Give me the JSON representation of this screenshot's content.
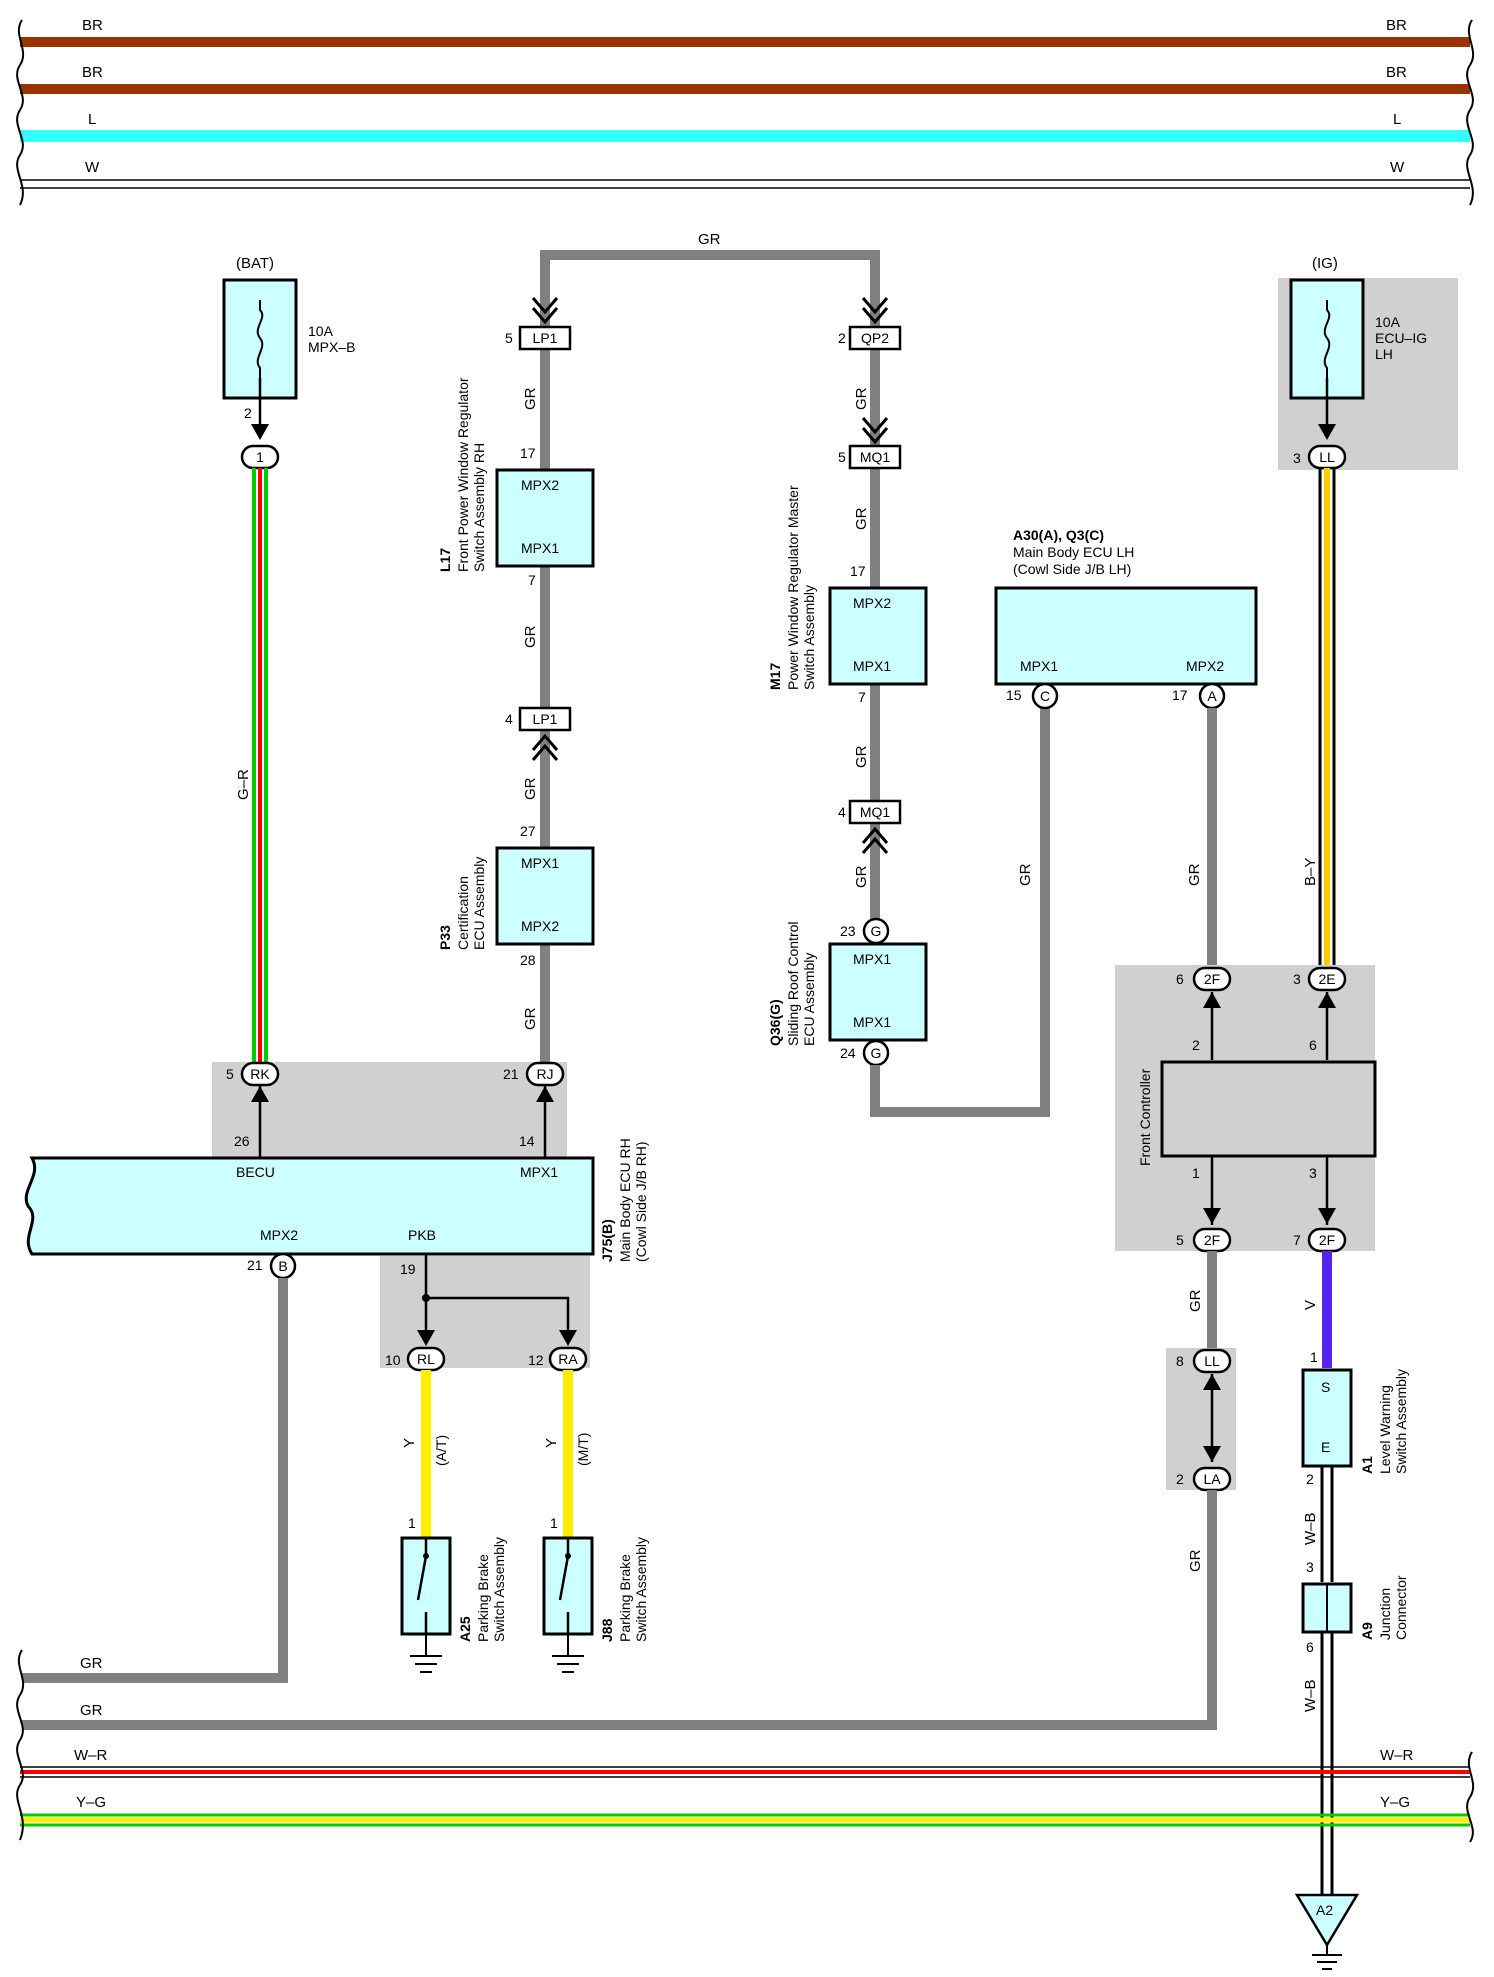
{
  "colors": {
    "BR": "#993300",
    "L": "#33ffff",
    "W": "#ffffff",
    "GR": "#808080",
    "G": "#00cc00",
    "R": "#ff0000",
    "Y": "#ffee00",
    "B": "#000000",
    "V": "#5522ee",
    "box": "#ccffff",
    "shade": "#d0d0d0"
  },
  "buses_top": [
    "BR",
    "BR",
    "L",
    "W"
  ],
  "buses_bottom": [
    "GR",
    "GR",
    "W–R",
    "Y–G"
  ],
  "wire_labels": {
    "gr": "GR",
    "g_r": "G–R",
    "b_y": "B–Y",
    "y": "Y",
    "v": "V",
    "w_b": "W–B"
  },
  "sources": {
    "bat": "(BAT)",
    "bat_fuse": [
      "10A",
      "MPX–B"
    ],
    "ig": "(IG)",
    "ig_fuse": [
      "10A",
      "ECU–IG",
      "LH"
    ]
  },
  "components": {
    "l17": {
      "id": "L17",
      "name": [
        "Front Power Window Regulator",
        "Switch Assembly RH"
      ],
      "pins": [
        "MPX2",
        "MPX1"
      ]
    },
    "p33": {
      "id": "P33",
      "name": [
        "Certification",
        "ECU Assembly"
      ],
      "pins": [
        "MPX1",
        "MPX2"
      ]
    },
    "m17": {
      "id": "M17",
      "name": [
        "Power Window Regulator Master",
        "Switch Assembly"
      ],
      "pins": [
        "MPX2",
        "MPX1"
      ]
    },
    "q36": {
      "id": "Q36(G)",
      "name": [
        "Sliding Roof Control",
        "ECU Assembly"
      ],
      "pins": [
        "MPX1",
        "MPX1"
      ]
    },
    "a30": {
      "id": "A30(A), Q3(C)",
      "name": [
        "Main Body ECU LH",
        "(Cowl Side J/B LH)"
      ],
      "pins": [
        "MPX1",
        "MPX2"
      ]
    },
    "j75": {
      "id": "J75(B)",
      "name": [
        "Main Body ECU RH",
        "(Cowl Side J/B RH)"
      ],
      "pins": [
        "BECU",
        "MPX1",
        "MPX2",
        "PKB"
      ]
    },
    "front_controller": {
      "name": "Front Controller"
    },
    "a25": {
      "id": "A25",
      "name": [
        "Parking Brake",
        "Switch Assembly"
      ],
      "note": "(A/T)"
    },
    "j88": {
      "id": "J88",
      "name": [
        "Parking Brake",
        "Switch Assembly"
      ],
      "note": "(M/T)"
    },
    "a1": {
      "id": "A1",
      "name": [
        "Level Warning",
        "Switch Assembly"
      ],
      "pins": [
        "S",
        "E"
      ]
    },
    "a9": {
      "id": "A9",
      "name": [
        "Junction",
        "Connector"
      ]
    },
    "a2": {
      "id": "A2"
    }
  },
  "connectors": {
    "c1": "1",
    "lp1": "LP1",
    "qp2": "QP2",
    "mq1": "MQ1",
    "ll": "LL",
    "g": "G",
    "c": "C",
    "a": "A",
    "rk": "RK",
    "rj": "RJ",
    "b": "B",
    "rl": "RL",
    "ra": "RA",
    "f2": "2F",
    "e2": "2E",
    "la": "LA"
  },
  "pins": {
    "p2": "2",
    "p3": "3",
    "p5": "5",
    "p4": "4",
    "p17": "17",
    "p7": "7",
    "p27": "27",
    "p28": "28",
    "p23": "23",
    "p24": "24",
    "p15": "15",
    "p6": "6",
    "p26": "26",
    "p14": "14",
    "p21": "21",
    "p19": "19",
    "p10": "10",
    "p12": "12",
    "p1": "1",
    "p8": "8"
  }
}
